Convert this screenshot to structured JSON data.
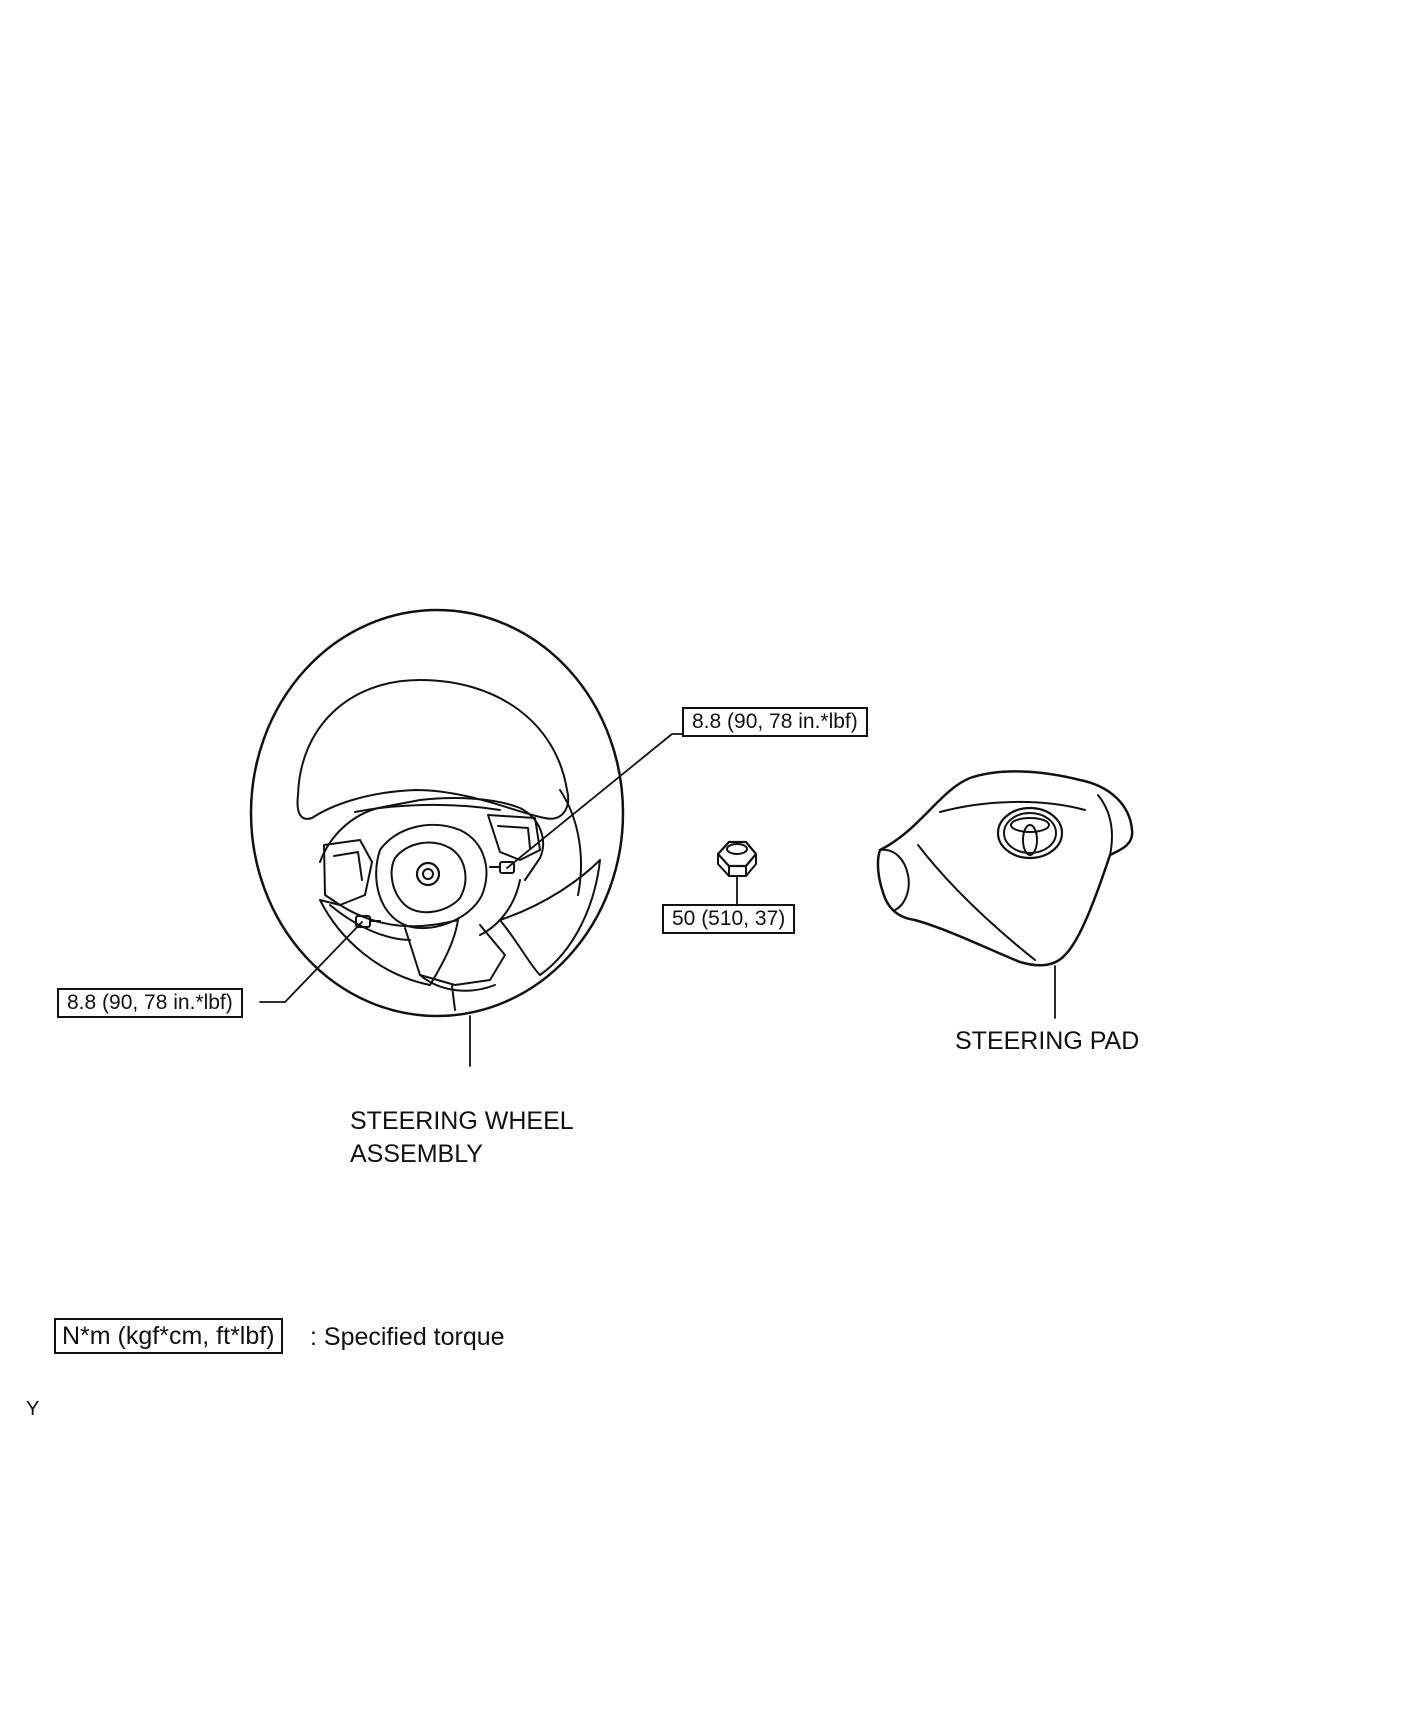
{
  "callouts": {
    "torque_upper_right": "8.8 (90, 78 in.*lbf)",
    "torque_left": "8.8 (90, 78 in.*lbf)",
    "torque_nut": "50 (510, 37)"
  },
  "labels": {
    "steering_wheel_line1": "STEERING WHEEL",
    "steering_wheel_line2": "ASSEMBLY",
    "steering_pad": "STEERING PAD"
  },
  "legend": {
    "unit_box": "N*m (kgf*cm, ft*lbf)",
    "description": ": Specified torque"
  },
  "corner_code": "Y",
  "icons": [
    "steering-wheel-icon",
    "hex-nut-icon",
    "steering-pad-icon",
    "toyota-logo-icon",
    "bolt-icon"
  ]
}
